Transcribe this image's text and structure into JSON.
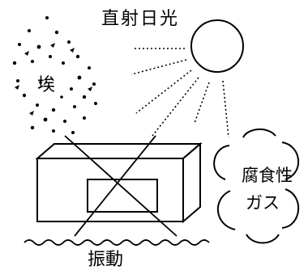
{
  "labels": {
    "sunlight": "直射日光",
    "dust": "埃",
    "corrosive_gas": [
      "腐食性",
      "ガス"
    ],
    "vibration": "振動"
  }
}
